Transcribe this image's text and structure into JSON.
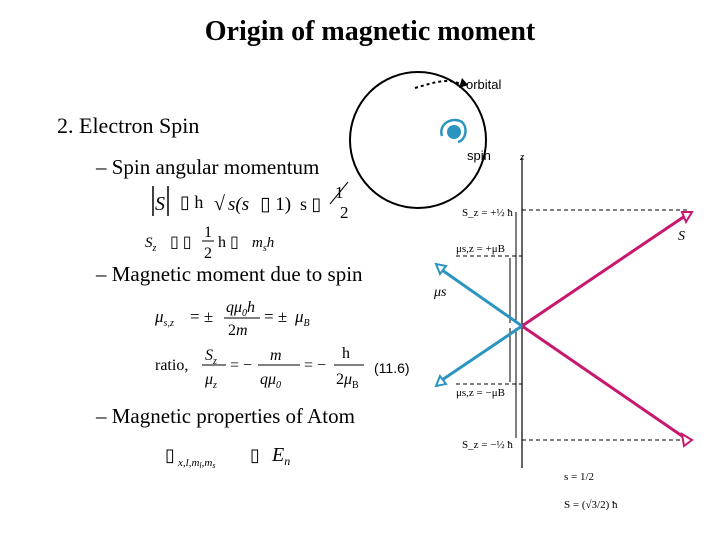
{
  "title": "Origin of magnetic moment",
  "orbital_label": "orbital",
  "spin_label": "spin",
  "equation_number": "(11.6)",
  "items": {
    "electron_spin": "2.   Electron Spin",
    "spin_angular_momentum": "–  Spin angular momentum",
    "magnetic_moment": "–  Magnetic moment due to spin",
    "magnetic_properties": "–  Magnetic properties of Atom"
  },
  "equations": {
    "spin_magnitude": "|S| = ħ√(s(s+1)),  s = 1/2",
    "sz": "Sz = ± ½ ħ,  ms ħ",
    "mu_sz": "μs,z = ± qμ0ħ / 2m = ± μB",
    "ratio": "ratio, Sz/μz = −m/(qμ0) = −ħ/(2μB)",
    "state": "ψx,l,ml,ms → En"
  },
  "diagram": {
    "axis_label": "z",
    "sz_plus": "S_z = +½ ħ",
    "sz_minus": "S_z = −½ ħ",
    "mu_plus": "μs,z = +μB",
    "mu_minus": "μs,z = −μB",
    "vec_s": "S",
    "vec_mu": "μs",
    "s_value": "s = 1/2",
    "s_mag": "S = (√3/2) ħ"
  },
  "colors": {
    "spin_line": "#c8176e",
    "moment_line": "#2b95c0"
  }
}
